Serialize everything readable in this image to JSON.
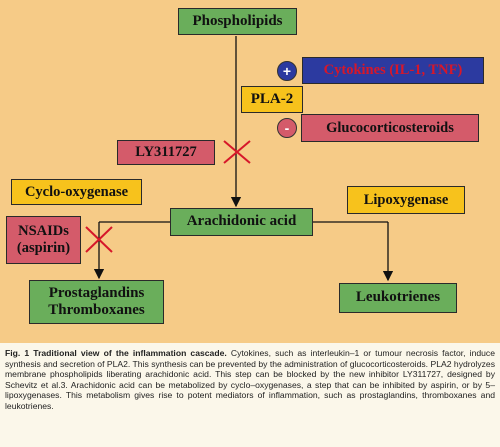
{
  "diagram": {
    "phospholipids": "Phospholipids",
    "cytokines_sign": "+",
    "cytokines": "Cytokines (IL-1, TNF)",
    "pla2": "PLA-2",
    "gluco_sign": "-",
    "glucocorticosteroids": "Glucocorticosteroids",
    "ly311727": "LY311727",
    "cyclooxygenase": "Cyclo-oxygenase",
    "lipoxygenase": "Lipoxygenase",
    "arachidonic_acid": "Arachidonic acid",
    "nsaids_line1": "NSAIDs",
    "nsaids_line2": "(aspirin)",
    "prostaglandins": "Prostaglandins",
    "thromboxanes": "Thromboxanes",
    "leukotrienes": "Leukotrienes"
  },
  "caption": {
    "label": "Fig. 1 Traditional view of the inflammation cascade.",
    "text": "Cytokines, such as interleukin–1 or tumour necrosis factor, induce synthesis and secretion of PLA2. This synthesis can be prevented by the administration of glucocorticosteroids. PLA2 hydrolyzes membrane phospholipids liberating arachidonic acid. This step can be blocked by the new inhibitor LY311727, designed by Schevitz et al.3. Arachidonic acid can be metabolized by cyclo–oxygenases, a step that can be inhibited by aspirin, or by 5–lipoxygenases. This metabolism gives rise to potent mediators of inflammation, such as prostaglandins, thromboxanes and leukotrienes."
  },
  "colors": {
    "background": "#f6cb87",
    "green": "#6aae5b",
    "yellow": "#f7c21c",
    "pink": "#d45b6a",
    "blue": "#2c3aa0",
    "inhibit_cross": "#d6172a"
  }
}
